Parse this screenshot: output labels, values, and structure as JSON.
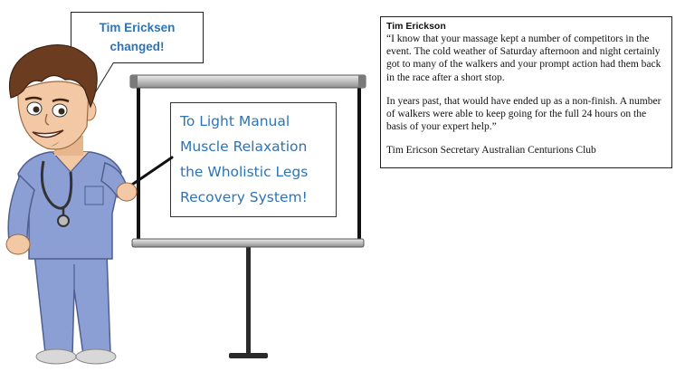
{
  "bubble": {
    "line1": "Tim Ericksen",
    "line2": "changed!"
  },
  "screen": {
    "lines": [
      "To Light Manual",
      "Muscle Relaxation",
      "the Wholistic Legs",
      "Recovery System!"
    ]
  },
  "testimonial": {
    "name": "Tim Erickson",
    "paragraph1": "“I know that your massage kept a number of competitors  in the event.  The cold weather of Saturday afternoon and night certainly got to many of the walkers and your prompt action had them back in the race after a short stop.",
    "paragraph2": "In years past, that would have ended up as a non-finish.  A number of walkers were able to keep going for the full 24 hours on the basis of your expert help.”",
    "signature": "Tim Ericson Secretary Australian Centurions Club"
  },
  "illustration": {
    "icons": [
      "cartoon-therapist",
      "projector-screen",
      "speech-bubble"
    ],
    "colors": {
      "accent_text": "#2e74b5",
      "scrubs": "#8b9fd4",
      "skin": "#f2c9a4",
      "hair": "#6b3c20"
    }
  }
}
